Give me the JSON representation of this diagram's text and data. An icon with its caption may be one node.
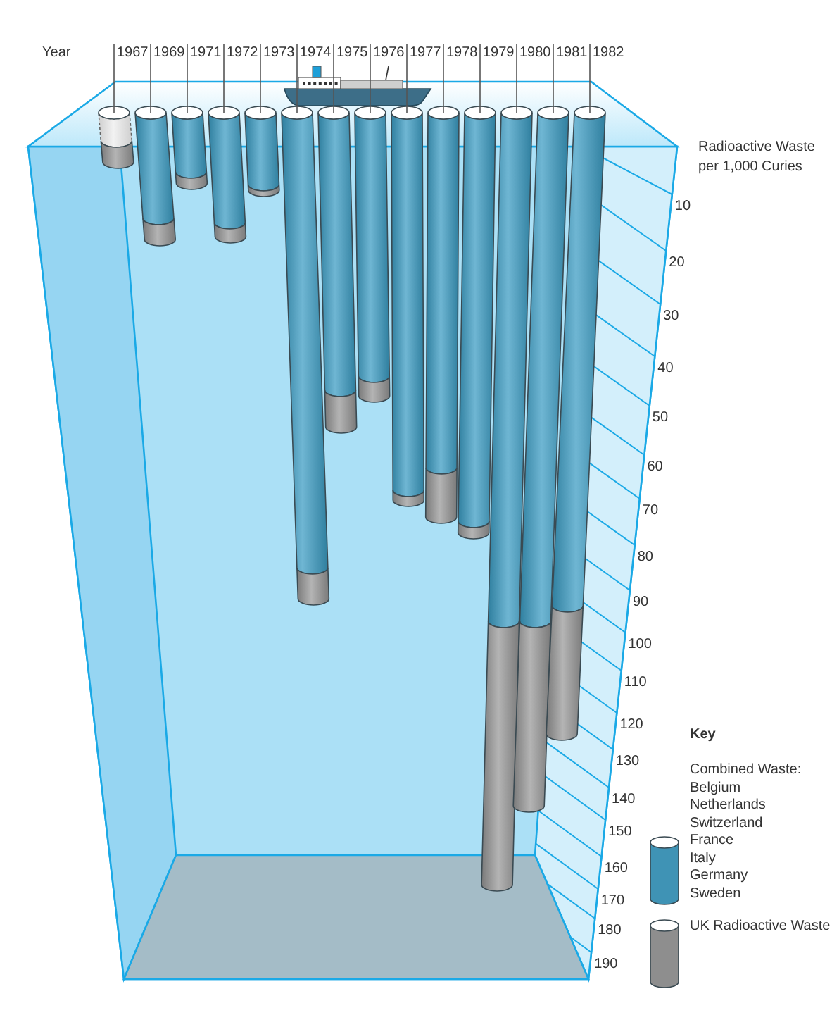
{
  "diagram": {
    "labels": [
      "Year",
      "1967",
      "1969",
      "1971",
      "1972",
      "1973",
      "1974",
      "1975",
      "1976",
      "1977",
      "1978",
      "1979",
      "1980",
      "1981",
      "1982",
      "Radioactive Waste per 1,000 Curies",
      "10",
      "20",
      "30",
      "40",
      "50",
      "60",
      "70",
      "80",
      "90",
      "100",
      "110",
      "120",
      "130",
      "140",
      "150",
      "160",
      "170",
      "180",
      "190",
      "Key"
    ],
    "legend": [
      {
        "text": "Combined Waste: Belgium Netherlands Switzerland France Italy Germany Sweden",
        "color": "#3f93b5"
      },
      {
        "text": "UK Radioactive Waste",
        "color": "#8e8e8e"
      }
    ]
  }
}
